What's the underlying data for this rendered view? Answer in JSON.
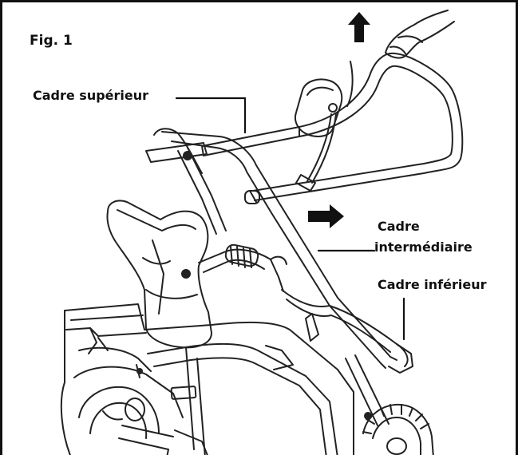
{
  "figure": {
    "title": "Fig. 1",
    "labels": {
      "upper_frame": "Cadre supérieur",
      "middle_frame_line1": "Cadre",
      "middle_frame_line2": "intermédiaire",
      "lower_frame": "Cadre inférieur"
    },
    "arrows": [
      "up-arrow",
      "right-arrow"
    ],
    "colors": {
      "ink": "#111111",
      "background": "#ffffff"
    }
  }
}
